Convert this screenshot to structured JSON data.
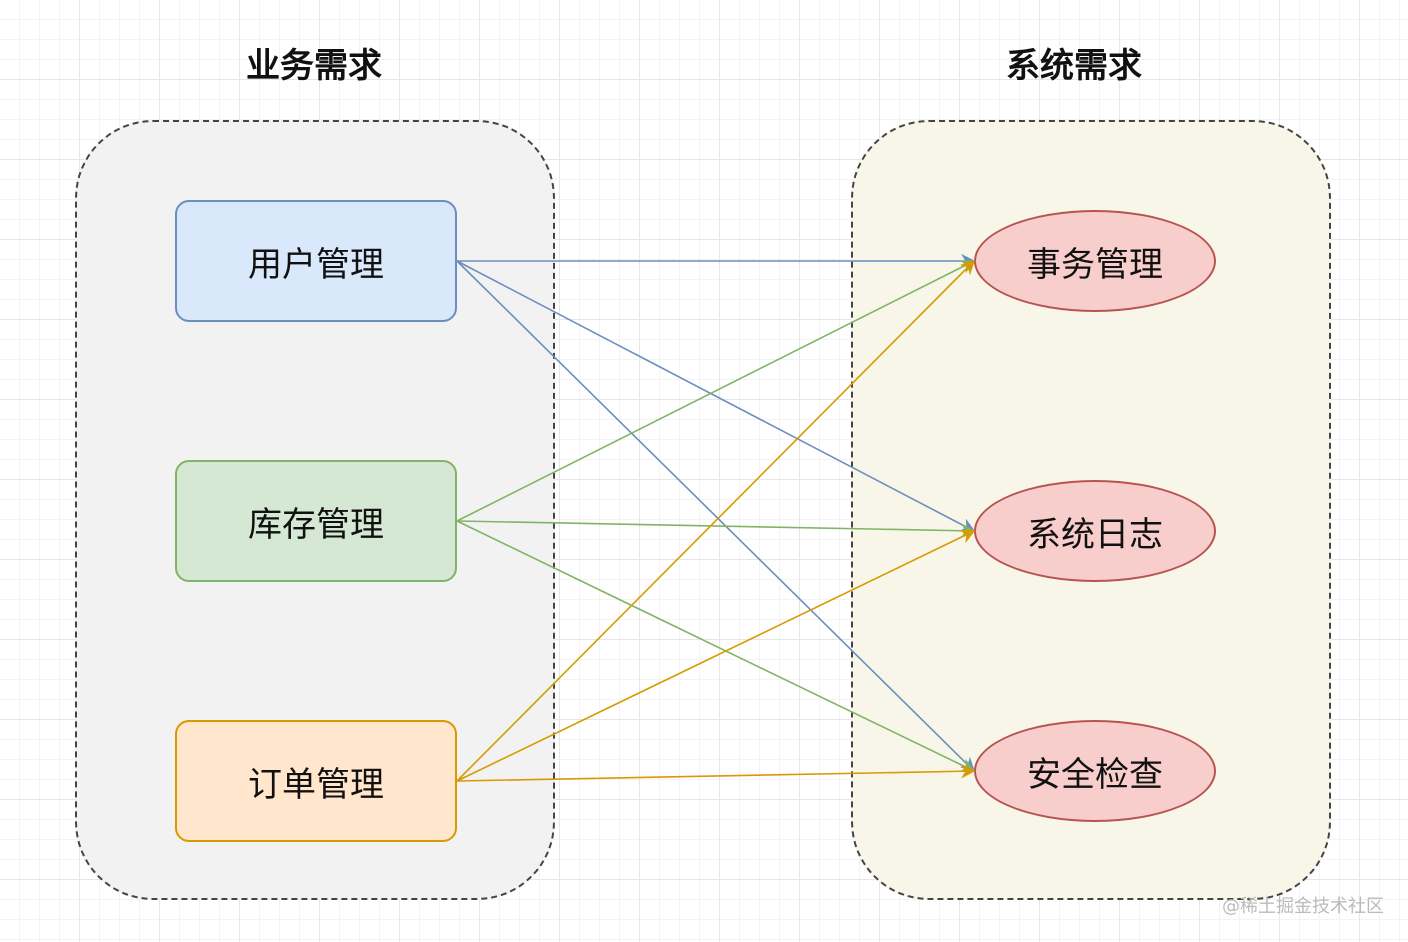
{
  "groups": {
    "business": {
      "title": "业务需求"
    },
    "system": {
      "title": "系统需求"
    }
  },
  "business_nodes": [
    {
      "label": "用户管理",
      "fill": "#dae8fc",
      "stroke": "#6c8ebf"
    },
    {
      "label": "库存管理",
      "fill": "#d5e8d4",
      "stroke": "#82b366"
    },
    {
      "label": "订单管理",
      "fill": "#ffe6cc",
      "stroke": "#d79b00"
    }
  ],
  "system_nodes": [
    {
      "label": "事务管理",
      "fill": "#f8cecc",
      "stroke": "#b85450"
    },
    {
      "label": "系统日志",
      "fill": "#f8cecc",
      "stroke": "#b85450"
    },
    {
      "label": "安全检查",
      "fill": "#f8cecc",
      "stroke": "#b85450"
    }
  ],
  "edges": [
    {
      "from": "用户管理",
      "to": "事务管理",
      "color": "#6c8ebf"
    },
    {
      "from": "用户管理",
      "to": "系统日志",
      "color": "#6c8ebf"
    },
    {
      "from": "用户管理",
      "to": "安全检查",
      "color": "#6c8ebf"
    },
    {
      "from": "库存管理",
      "to": "事务管理",
      "color": "#82b366"
    },
    {
      "from": "库存管理",
      "to": "系统日志",
      "color": "#82b366"
    },
    {
      "from": "库存管理",
      "to": "安全检查",
      "color": "#82b366"
    },
    {
      "from": "订单管理",
      "to": "事务管理",
      "color": "#d79b00"
    },
    {
      "from": "订单管理",
      "to": "系统日志",
      "color": "#d79b00"
    },
    {
      "from": "订单管理",
      "to": "安全检查",
      "color": "#d79b00"
    }
  ],
  "colors": {
    "business_container_fill": "#f2f2f2",
    "system_container_fill": "#f8f6e9",
    "container_border": "#444444"
  },
  "watermark": "@稀土掘金技术社区"
}
